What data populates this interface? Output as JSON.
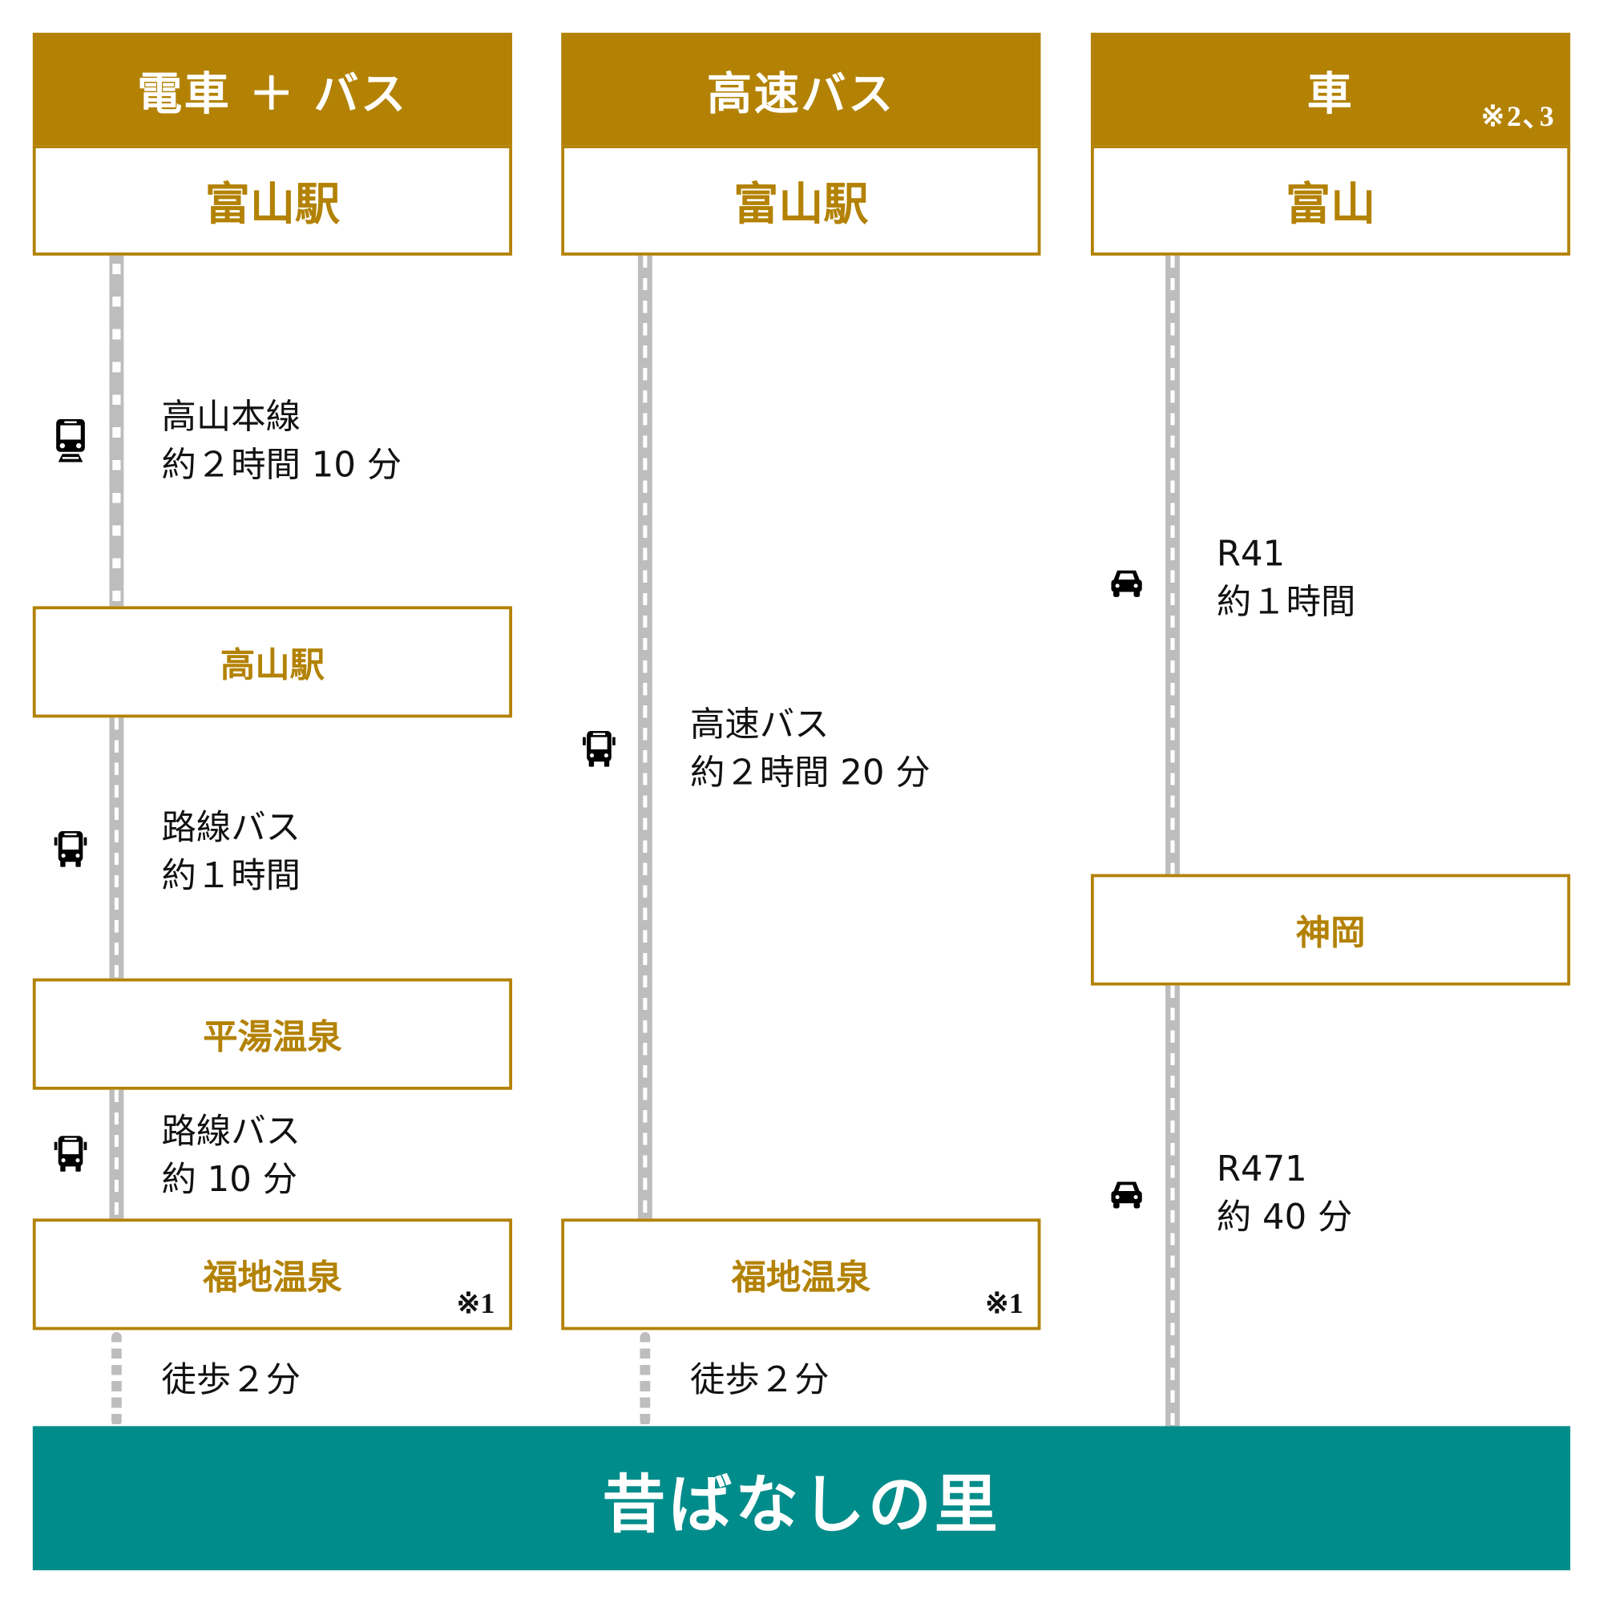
{
  "colors": {
    "gold": "#b38204",
    "teal": "#008c8a",
    "route_line": "#bdbdbd"
  },
  "columns": [
    {
      "header": "電車 ＋ バス",
      "start": "富山駅",
      "legs": [
        {
          "icon": "train-icon",
          "line1": "高山本線",
          "line2": "約２時間 10 分"
        },
        {
          "icon": "bus-icon",
          "line1": "路線バス",
          "line2": "約１時間"
        },
        {
          "icon": "bus-icon",
          "line1": "路線バス",
          "line2": "約 10 分"
        }
      ],
      "stops": [
        "高山駅",
        "平湯温泉",
        "福地温泉"
      ],
      "stop_note": "※1",
      "walk": "徒歩２分"
    },
    {
      "header": "高速バス",
      "start": "富山駅",
      "legs": [
        {
          "icon": "bus-icon",
          "line1": "高速バス",
          "line2": "約２時間 20 分"
        }
      ],
      "stops": [
        "福地温泉"
      ],
      "stop_note": "※1",
      "walk": "徒歩２分"
    },
    {
      "header": "車",
      "header_note": "※2､3",
      "start": "富山",
      "legs": [
        {
          "icon": "car-icon",
          "line1": "R41",
          "line2": "約１時間"
        },
        {
          "icon": "car-icon",
          "line1": "R471",
          "line2": "約 40 分"
        }
      ],
      "stops": [
        "神岡"
      ]
    }
  ],
  "destination": "昔ばなしの里"
}
